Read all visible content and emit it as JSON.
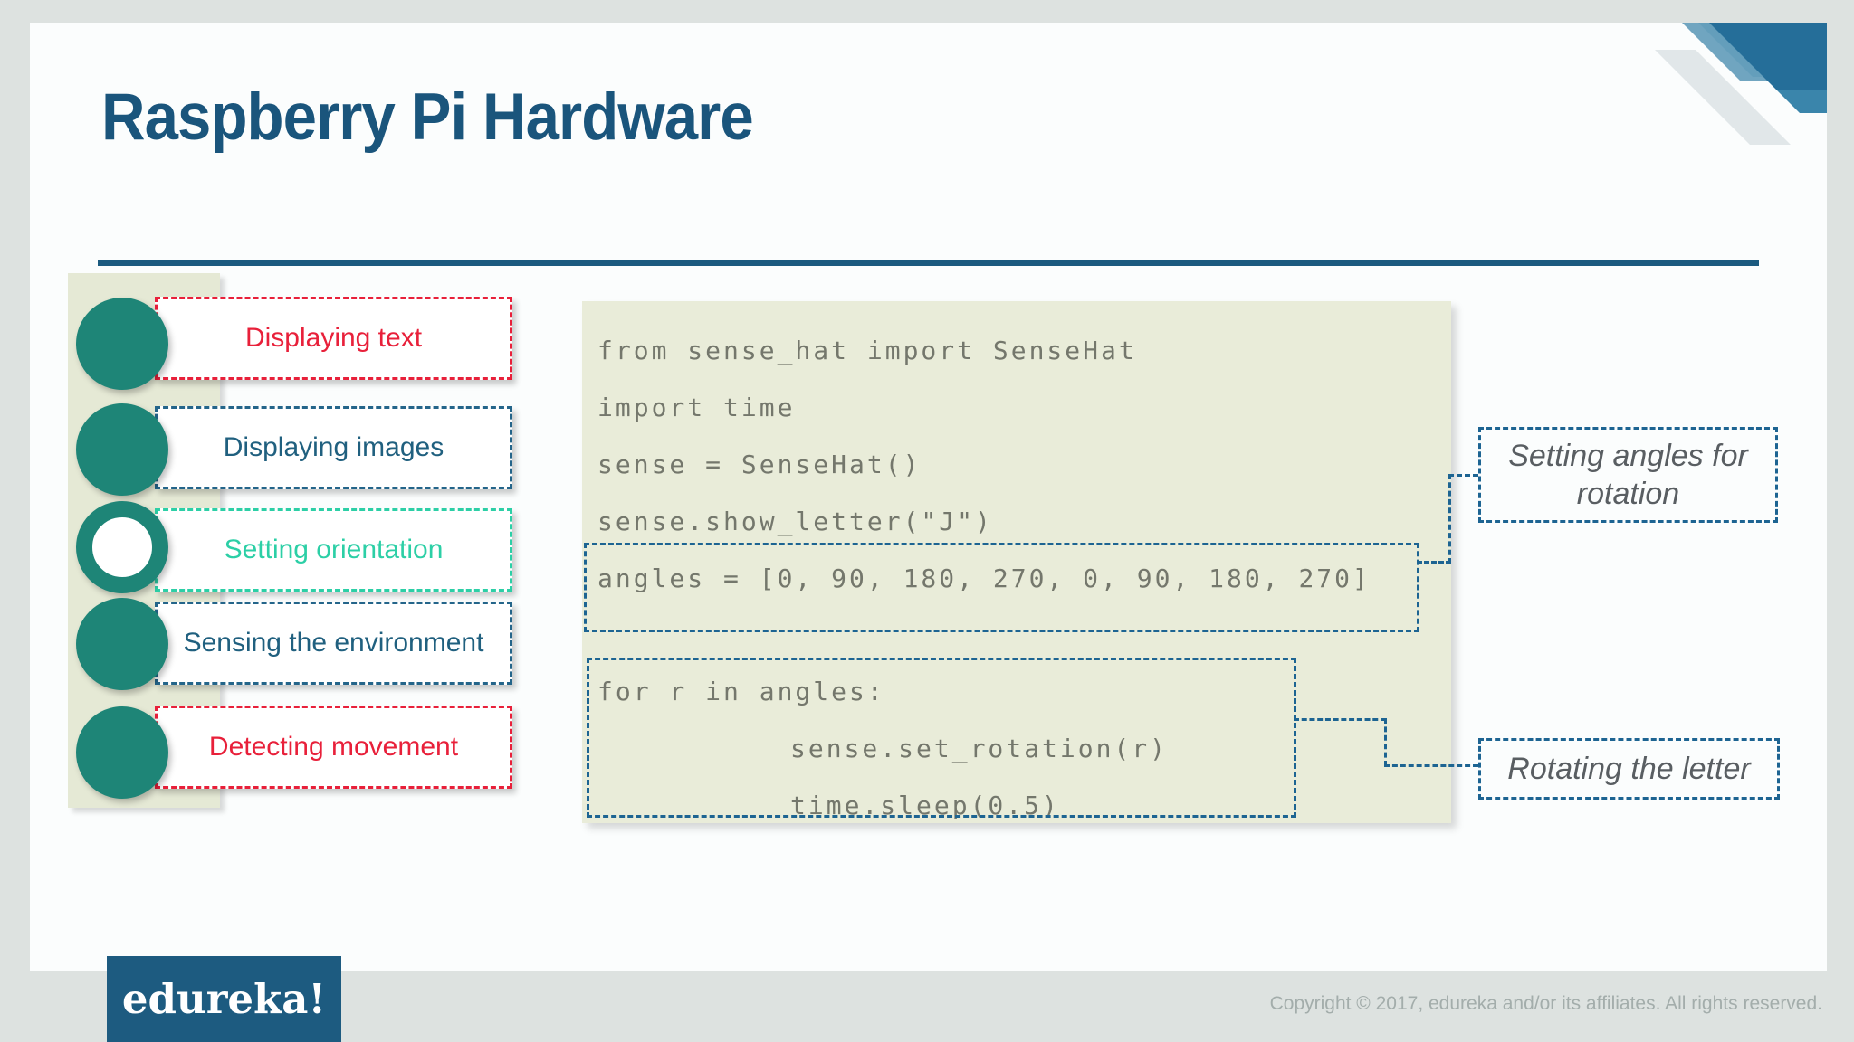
{
  "slide": {
    "title": "Raspberry Pi Hardware",
    "topics": [
      {
        "label": "Displaying text",
        "variant": "red"
      },
      {
        "label": "Displaying images",
        "variant": "blue"
      },
      {
        "label": "Setting orientation",
        "variant": "highlight"
      },
      {
        "label": "Sensing the environment",
        "variant": "blue"
      },
      {
        "label": "Detecting movement",
        "variant": "red"
      }
    ],
    "code": {
      "imports": [
        "from sense_hat import SenseHat",
        "import time"
      ],
      "setup": [
        "sense = SenseHat()",
        "sense.show_letter(\"J\")"
      ],
      "angles_line": "angles = [0, 90, 180, 270, 0, 90, 180, 270]",
      "loop": [
        "for r in angles:",
        "sense.set_rotation(r)",
        "time.sleep(0.5)"
      ]
    },
    "callouts": [
      {
        "text": "Setting angles for rotation"
      },
      {
        "text": "Rotating the letter"
      }
    ],
    "footer": {
      "logo_text": "edureka!",
      "copyright": "Copyright © 2017, edureka and/or its affiliates. All rights reserved."
    },
    "colors": {
      "accent_teal": "#1E8577",
      "highlight_turquoise": "#2CCFA6",
      "topic_red": "#E8203A",
      "topic_blue": "#20607F",
      "title_blue": "#1A557C",
      "dash_blue": "#1D6492",
      "code_background": "#E9ECD9",
      "strip_background": "#E5E9D5",
      "logo_background": "#1D5B80",
      "page_margin_gray": "#DDE2E0"
    }
  }
}
